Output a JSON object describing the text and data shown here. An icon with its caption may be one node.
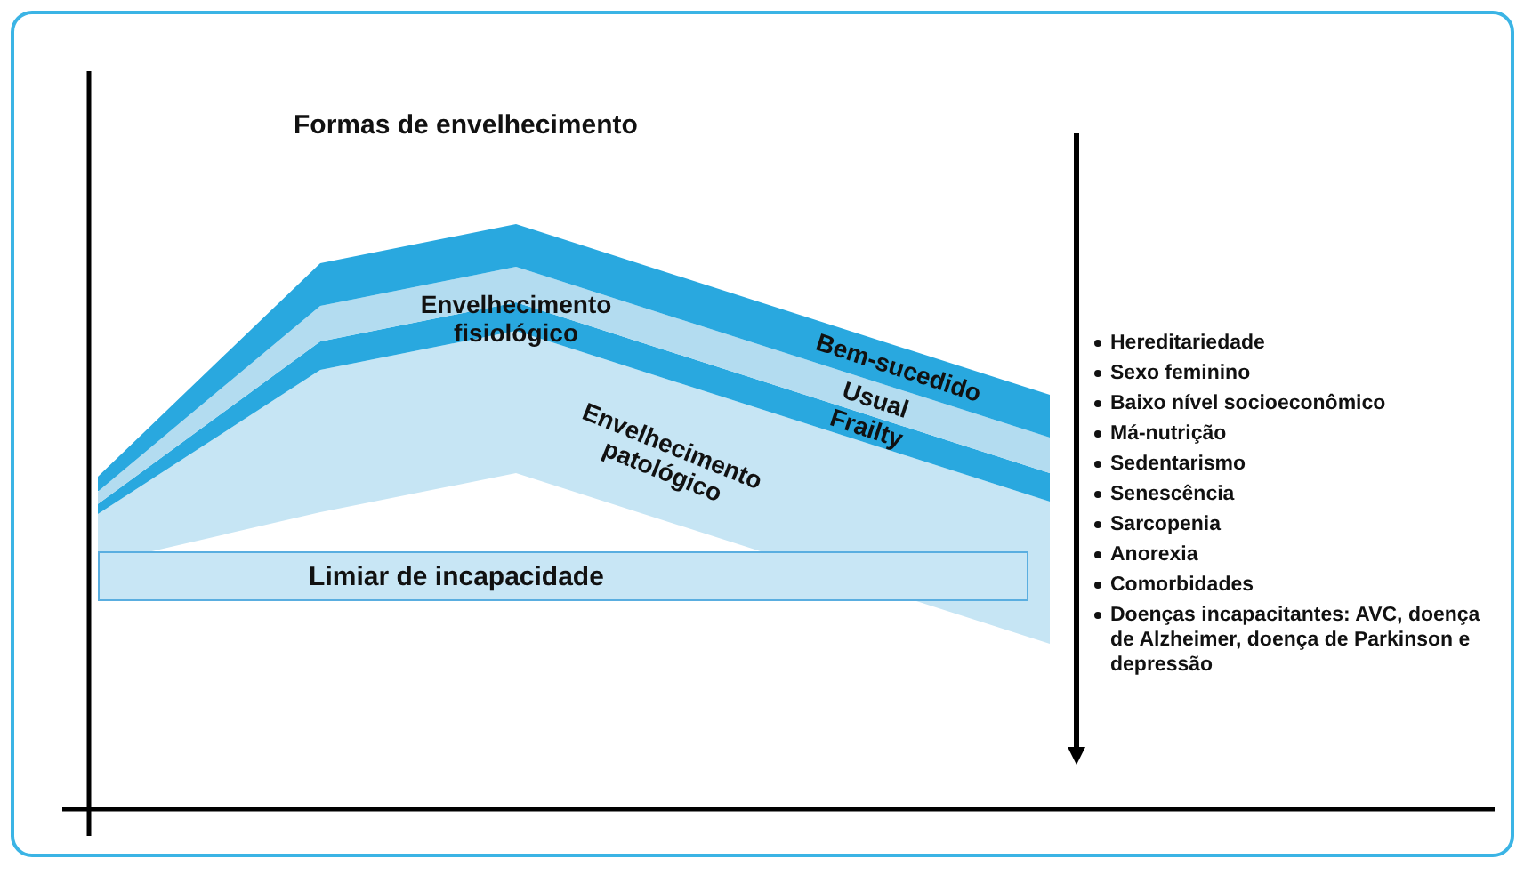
{
  "diagram": {
    "title": "Formas de envelhecimento",
    "nodes": [
      {
        "text": [
          "Bem-sucedido"
        ]
      },
      {
        "text": [
          "Usual"
        ]
      },
      {
        "text": [
          "Frailty"
        ]
      },
      {
        "text": [
          "Envelhecimento patológico"
        ]
      },
      {
        "text": [
          "Limiar de incapacidade"
        ]
      }
    ],
    "labels": [
      "Envelhecimento fisiológico",
      "Hereditariedade",
      "Sexo feminino",
      "Baixo nível socioeconômico",
      "Má-nutrição",
      "Sedentarismo",
      "Senescência",
      "Sarcopenia",
      "Anorexia",
      "Comorbidades",
      "Doenças incapacitantes: AVC, doença de Alzheimer, doença de Parkinson e depressão"
    ]
  }
}
